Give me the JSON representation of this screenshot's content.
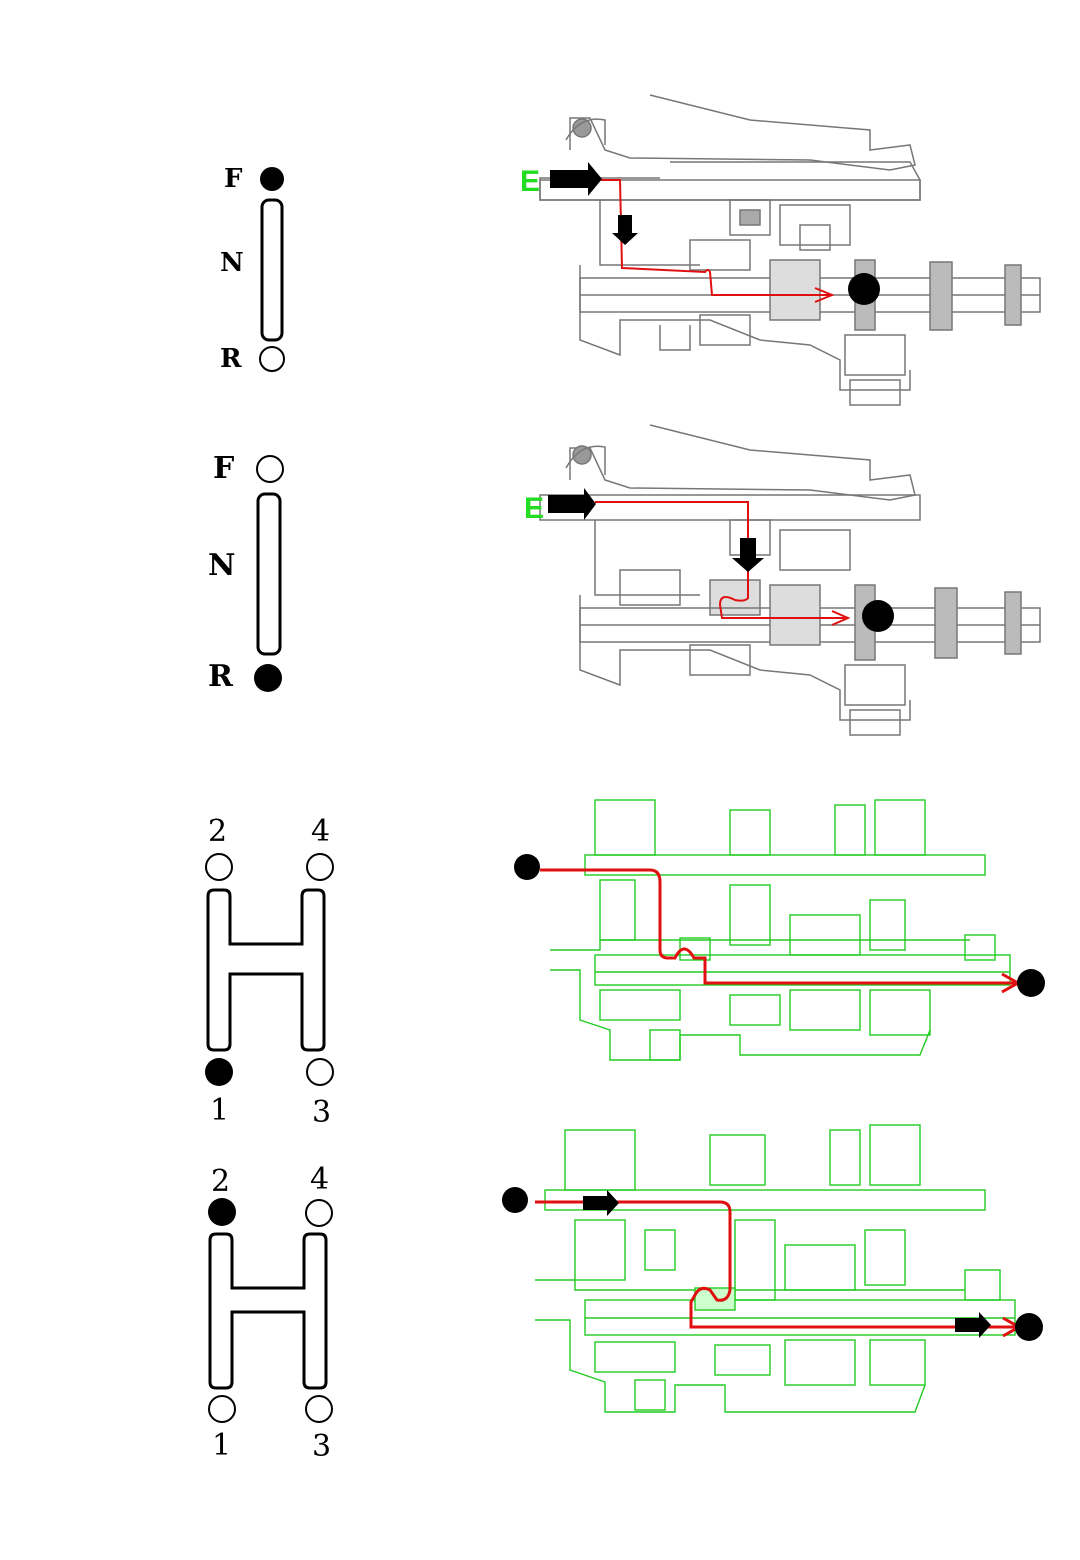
{
  "colors": {
    "engaged": "#000000",
    "open": "#ffffff",
    "power_flow": "#e01010",
    "drawing_gray": "#777777",
    "drawing_green": "#22cc22",
    "input_label": "#22dd22"
  },
  "selector_fnr_forward": {
    "labels": {
      "f": "F",
      "n": "N",
      "r": "R"
    },
    "engaged": "F"
  },
  "selector_fnr_reverse": {
    "labels": {
      "f": "F",
      "n": "N",
      "r": "R"
    },
    "engaged": "R"
  },
  "selector_gear_1": {
    "labels": {
      "g1": "1",
      "g2": "2",
      "g3": "3",
      "g4": "4"
    },
    "engaged": "1"
  },
  "selector_gear_2": {
    "labels": {
      "g1": "1",
      "g2": "2",
      "g3": "3",
      "g4": "4"
    },
    "engaged": "2"
  },
  "section_forward": {
    "input_label": "E",
    "icons": [
      "input-arrow-icon",
      "transfer-arrow-icon",
      "output-dot-icon"
    ]
  },
  "section_reverse": {
    "input_label": "E",
    "icons": [
      "input-arrow-icon",
      "transfer-arrow-icon",
      "output-dot-icon"
    ]
  },
  "section_gear_1": {
    "icons": [
      "input-dot-icon",
      "output-arrow-icon",
      "output-dot-icon"
    ]
  },
  "section_gear_2": {
    "icons": [
      "input-dot-icon",
      "input-arrow-icon",
      "output-arrow-icon",
      "output-dot-icon"
    ]
  }
}
